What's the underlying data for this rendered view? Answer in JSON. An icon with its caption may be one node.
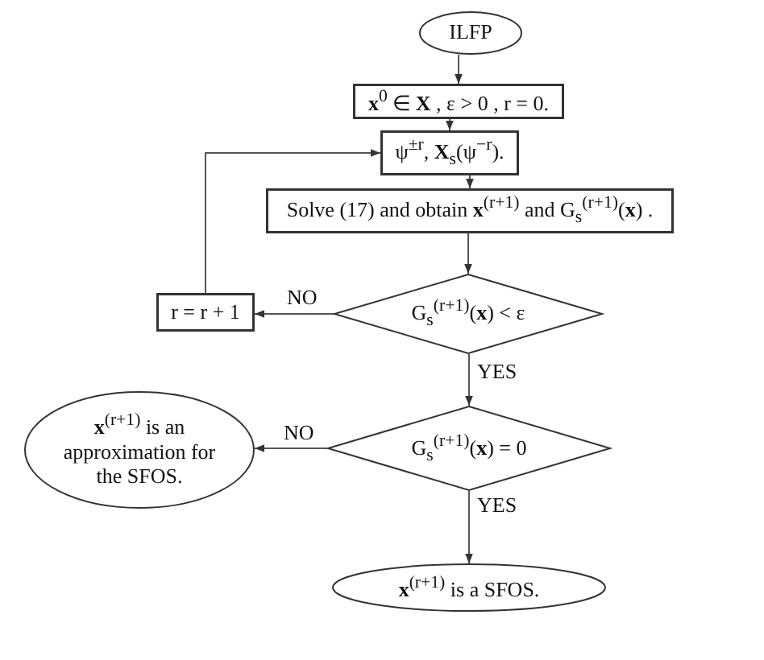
{
  "diagram": {
    "nodes": [
      {
        "text": [
          "ILFP"
        ]
      },
      {
        "text": [
          "**x**$^{0}$ ∈ **X** , ε > 0 , r = 0."
        ]
      },
      {
        "text": [
          "ψ$^{±r}$, **X**$_{s}$(ψ$^{−r}$)."
        ]
      },
      {
        "text": [
          "Solve (17) and obtain **x**$^{(r+1)}$ and G$_{s}$$^{(r+1)}$(**x**) ."
        ]
      },
      {
        "text": [
          "G$_{s}$$^{(r+1)}$(**x**) < ε"
        ]
      },
      {
        "text": [
          "r = r + 1"
        ]
      },
      {
        "text": [
          "G$_{s}$$^{(r+1)}$(**x**) = 0"
        ]
      },
      {
        "text": [
          "**x**$^{(r+1)}$ is an approximation for the SFOS."
        ]
      },
      {
        "text": [
          "**x**$^{(r+1)}$ is a SFOS."
        ]
      }
    ],
    "edges": [
      {
        "from": 0,
        "to": 1,
        "arrow": "to"
      },
      {
        "from": 1,
        "to": 2,
        "arrow": "to"
      },
      {
        "from": 2,
        "to": 3,
        "arrow": "to"
      },
      {
        "from": 3,
        "to": 4,
        "arrow": "to"
      },
      {
        "from": 4,
        "to": 5,
        "arrow": "to",
        "label": "NO"
      },
      {
        "from": 5,
        "to": 2,
        "arrow": "to"
      },
      {
        "from": 4,
        "to": 6,
        "arrow": "to",
        "label": "YES"
      },
      {
        "from": 6,
        "to": 7,
        "arrow": "to",
        "label": "NO"
      },
      {
        "from": 6,
        "to": 8,
        "arrow": "to",
        "label": "YES"
      }
    ]
  }
}
